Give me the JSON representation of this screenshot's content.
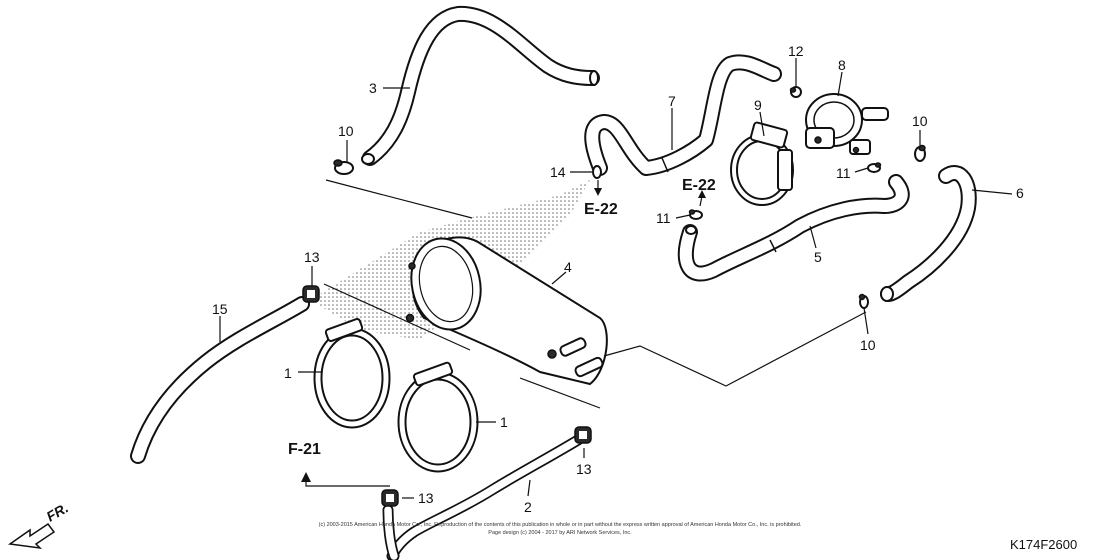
{
  "callouts": {
    "c1a": "1",
    "c1b": "1",
    "c2": "2",
    "c3": "3",
    "c4": "4",
    "c5": "5",
    "c6": "6",
    "c7": "7",
    "c8": "8",
    "c9": "9",
    "c10a": "10",
    "c10b": "10",
    "c10c": "10",
    "c11a": "11",
    "c11b": "11",
    "c12": "12",
    "c13a": "13",
    "c13b": "13",
    "c13c": "13",
    "c14": "14",
    "c15": "15"
  },
  "refs": {
    "e22a": "E-22",
    "e22b": "E-22",
    "f21": "F-21"
  },
  "direction": "FR.",
  "diagram_code": "K174F2600",
  "copyright": {
    "line1": "(c) 2003-2015 American Honda Motor Co., Inc. Reproduction of the contents of this publication in whole or in part without the express written approval of American Honda Motor Co., Inc. is prohibited.",
    "line2": "Page design (c) 2004 - 2017 by ARI Network Services, Inc."
  }
}
